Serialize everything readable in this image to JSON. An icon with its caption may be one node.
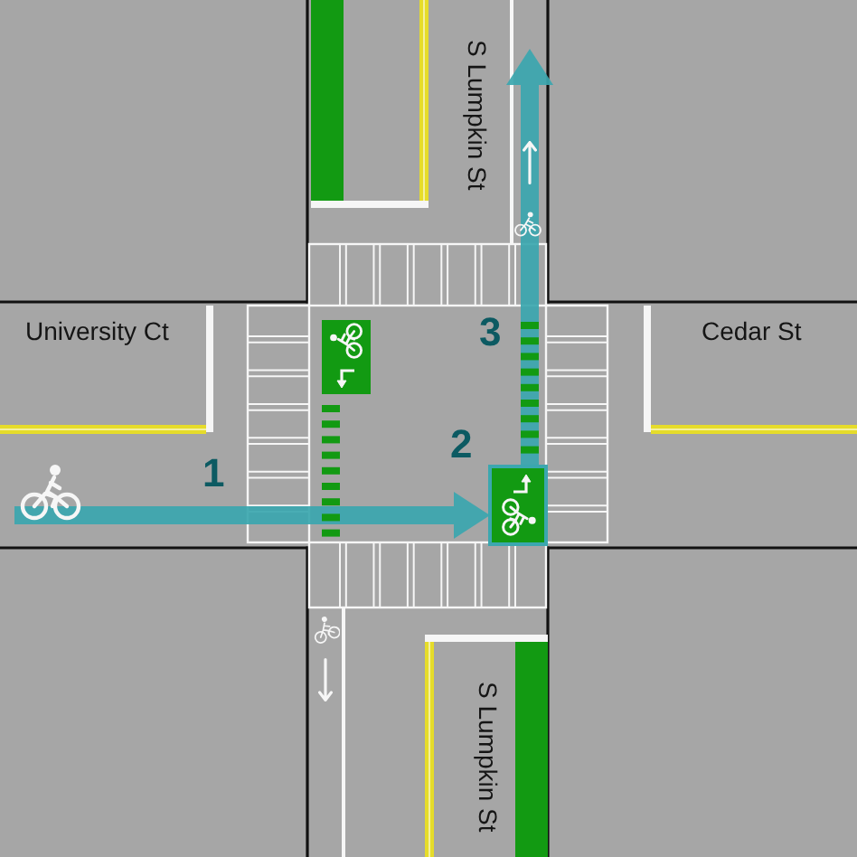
{
  "diagram": {
    "nodes": [
      {
        "text": [],
        "shape": "picture"
      },
      {
        "text": [],
        "shape": "picture",
        "beside": [
          "2"
        ]
      }
    ],
    "edges": [
      {
        "from": null,
        "to": 1,
        "arrow": "to",
        "label": "1"
      },
      {
        "from": 1,
        "to": null,
        "arrow": "to",
        "label": "3"
      }
    ],
    "labels": [
      "S Lumpkin St",
      "University Ct",
      "Cedar St",
      "S Lumpkin St"
    ]
  }
}
